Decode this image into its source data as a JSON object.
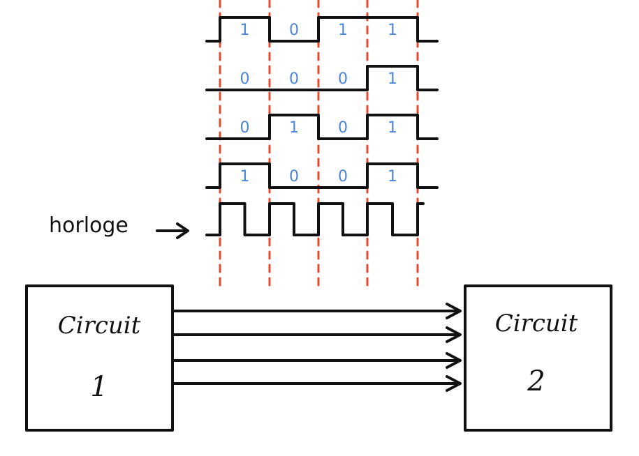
{
  "colors": {
    "ink": "#111111",
    "bits": "#4a86d8",
    "clock_edges": "#e04a2f",
    "background": "#ffffff"
  },
  "signals": [
    {
      "name": "signal-1",
      "bits": [
        "1",
        "0",
        "1",
        "1"
      ]
    },
    {
      "name": "signal-2",
      "bits": [
        "0",
        "0",
        "0",
        "1"
      ]
    },
    {
      "name": "signal-3",
      "bits": [
        "0",
        "1",
        "0",
        "1"
      ]
    },
    {
      "name": "signal-4",
      "bits": [
        "1",
        "0",
        "0",
        "1"
      ]
    }
  ],
  "clock": {
    "label": "horloge",
    "pulses": 4
  },
  "circuit_left": {
    "title": "Circuit",
    "number": "1"
  },
  "circuit_right": {
    "title": "Circuit",
    "number": "2"
  },
  "connections": 4
}
